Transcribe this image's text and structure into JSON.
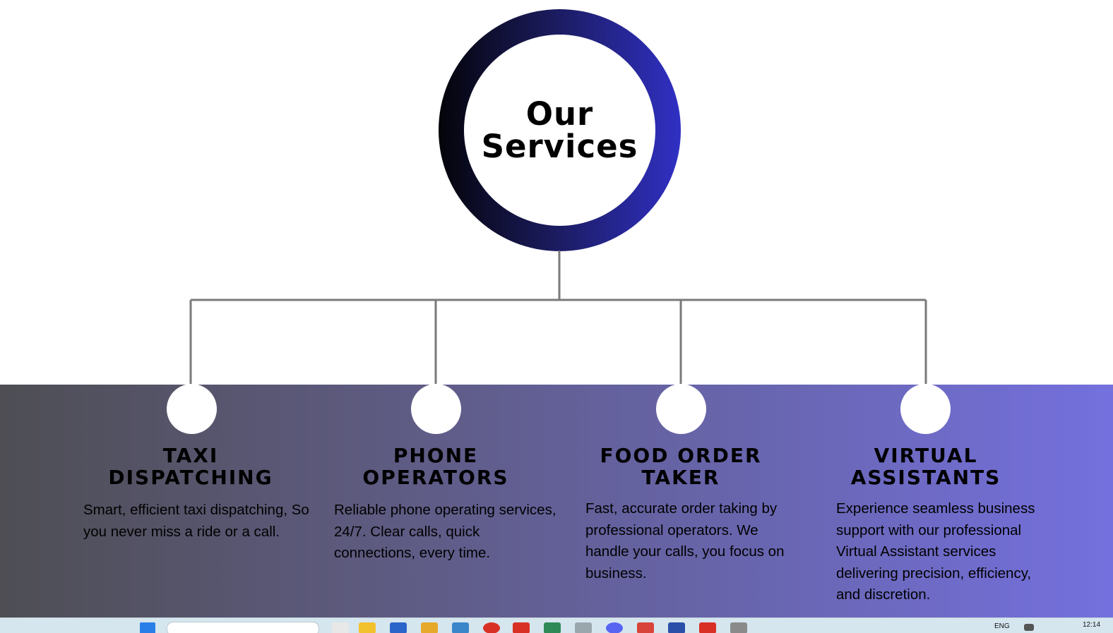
{
  "hero": {
    "title_line1": "Our",
    "title_line2": "Services"
  },
  "services": [
    {
      "title_line1": "TAXI",
      "title_line2": "DISPATCHING",
      "description": "Smart, efficient taxi dispatching, So you never miss a ride or a call."
    },
    {
      "title_line1": "PHONE",
      "title_line2": "OPERATORS",
      "description": "Reliable phone operating services, 24/7. Clear calls, quick connections, every time."
    },
    {
      "title_line1": "FOOD ORDER",
      "title_line2": "TAKER",
      "description": "Fast, accurate order taking by professional operators. We handle your calls, you focus on business."
    },
    {
      "title_line1": "VIRTUAL",
      "title_line2": "ASSISTANTS",
      "description": "Experience seamless business support with our professional Virtual Assistant services delivering precision, efficiency, and discretion."
    }
  ],
  "taskbar": {
    "language": "ENG",
    "clock": "12:14",
    "icons": [
      "windows-start-icon",
      "search-box",
      "file-explorer-icon",
      "calendar-icon",
      "folder-icon",
      "store-icon",
      "chrome-icon",
      "app-icon",
      "excel-icon",
      "app-icon",
      "discord-icon",
      "app-icon",
      "app-icon",
      "app-icon",
      "app-icon"
    ]
  }
}
